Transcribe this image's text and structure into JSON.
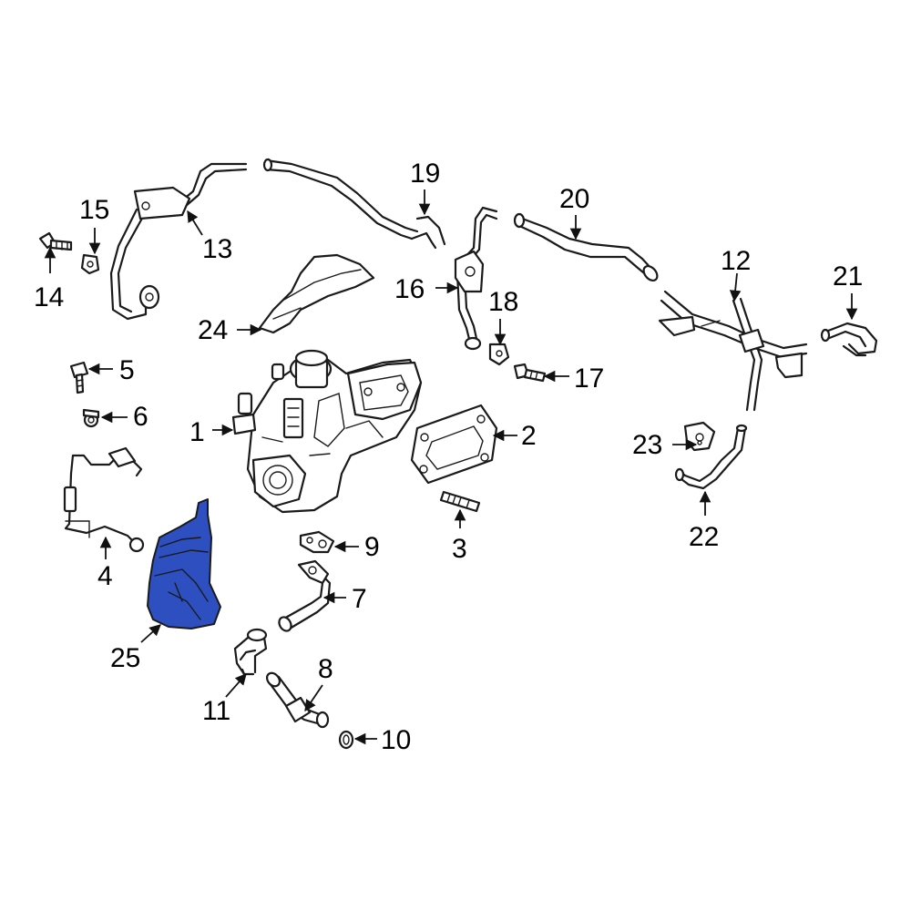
{
  "diagram": {
    "highlight_color": "#2d4fc0",
    "highlighted_part": "25",
    "callouts": {
      "c1": "1",
      "c2": "2",
      "c3": "3",
      "c4": "4",
      "c5": "5",
      "c6": "6",
      "c7": "7",
      "c8": "8",
      "c9": "9",
      "c10": "10",
      "c11": "11",
      "c12": "12",
      "c13": "13",
      "c14": "14",
      "c15": "15",
      "c16": "16",
      "c17": "17",
      "c18": "18",
      "c19": "19",
      "c20": "20",
      "c21": "21",
      "c22": "22",
      "c23": "23",
      "c24": "24",
      "c25": "25"
    }
  }
}
